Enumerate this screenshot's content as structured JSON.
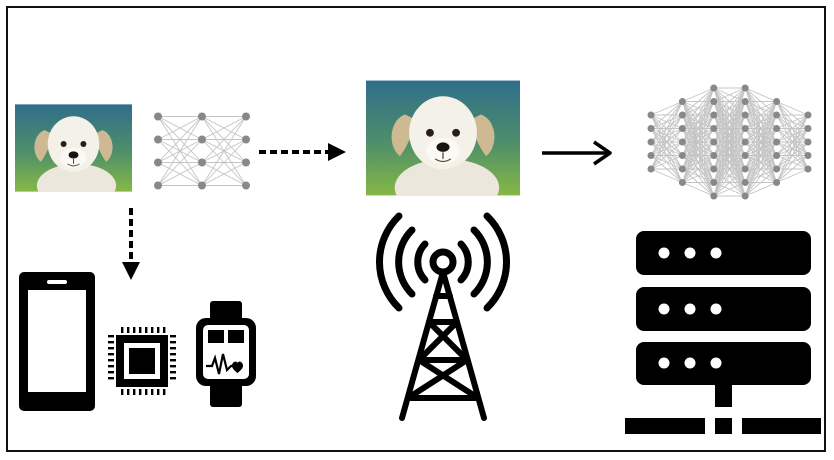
{
  "colors": {
    "frame": "#111111",
    "icon": "#000000",
    "nn_node": "#888888",
    "nn_edge": "#c4c4c4",
    "photo_bg_top": "#2f6e8a",
    "photo_bg_bottom": "#7db24a",
    "dog_fur": "#f2efe6",
    "dog_ear": "#c9b48f"
  },
  "icons": {
    "photo_left": "puppy-photo",
    "nn_small": "small-neural-network-icon",
    "arrow_dotted_right": "dotted-arrow-right-icon",
    "arrow_dotted_down": "dotted-arrow-down-icon",
    "photo_center": "puppy-photo",
    "arrow_solid": "solid-arrow-right-icon",
    "nn_large": "large-neural-network-icon",
    "phone": "smartphone-icon",
    "chip": "microchip-icon",
    "watch": "smartwatch-icon",
    "tower": "cell-tower-icon",
    "server": "server-rack-icon"
  },
  "nn_small_layers": [
    4,
    4,
    4
  ],
  "nn_large_layers": [
    5,
    7,
    9,
    9,
    7,
    5
  ]
}
